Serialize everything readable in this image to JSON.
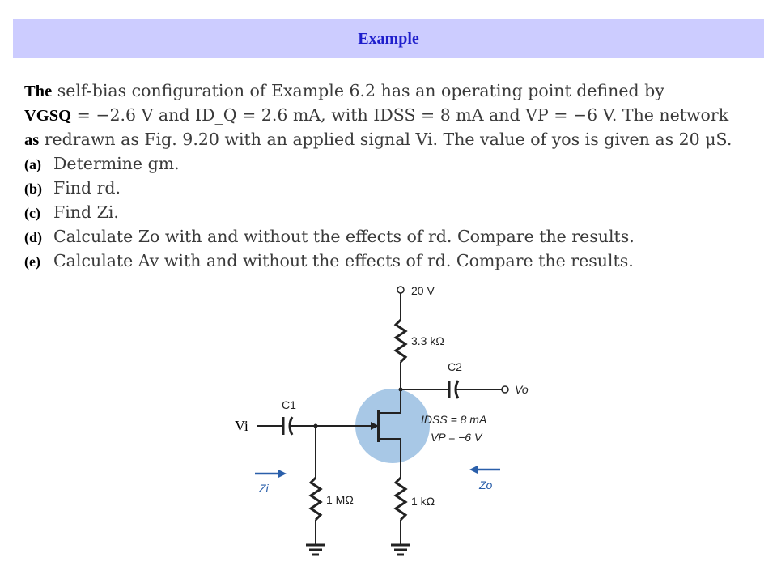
{
  "header": {
    "title": "Example"
  },
  "problem": {
    "lines": [
      {
        "lead": "The",
        "text": " self-bias configuration of Example 6.2 has an operating point defined by"
      },
      {
        "lead": "VGSQ",
        "text": " = −2.6 V and ID_Q = 2.6 mA, with IDSS = 8 mA and VP = −6 V. The network"
      },
      {
        "lead": "as",
        "text": " redrawn as Fig. 9.20 with an applied signal Vi. The value of yos is given as 20 μS."
      }
    ],
    "parts": [
      {
        "label": "(a)",
        "text": "Determine gm."
      },
      {
        "label": "(b)",
        "text": "Find rd."
      },
      {
        "label": "(c)",
        "text": "Find Zi."
      },
      {
        "label": "(d)",
        "text": "Calculate Zo with and without the effects of rd. Compare the results."
      },
      {
        "label": "(e)",
        "text": "Calculate Av with and without the effects of rd. Compare the results."
      }
    ]
  },
  "circuit": {
    "supply": "20 V",
    "rd_value": "3.3 kΩ",
    "c2_label": "C2",
    "output_label": "Vo",
    "input_label": "Vi",
    "c1_label": "C1",
    "idss_text": "IDSS = 8 mA",
    "vp_text": "VP = −6 V",
    "rg_value": "1 MΩ",
    "rs_value": "1 kΩ",
    "zi_label": "Zi",
    "zo_label": "Zo"
  },
  "colors": {
    "banner_bg": "#ccccff",
    "banner_text": "#1e1ecc",
    "jfet_highlight": "#a8c8e6",
    "arrows": "#2a5faa"
  }
}
